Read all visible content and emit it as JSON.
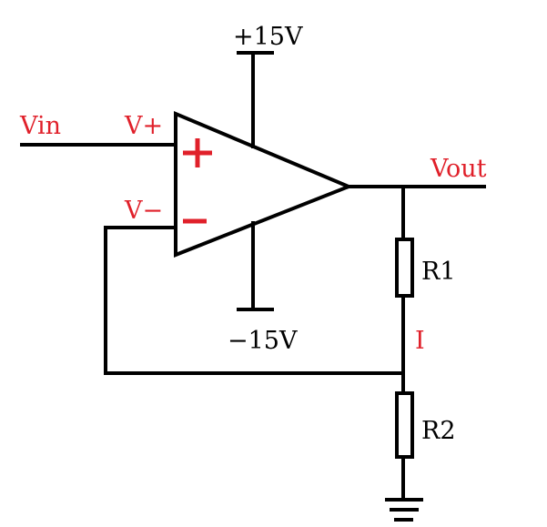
{
  "labels": {
    "vin": "Vin",
    "v_plus": "V+",
    "v_minus": "V−",
    "vout": "Vout",
    "pos_supply": "+15V",
    "neg_supply": "−15V",
    "r1": "R1",
    "r2": "R2",
    "current": "I"
  },
  "colors": {
    "wire": "#000000",
    "accent": "#e0202a",
    "background": "#ffffff"
  },
  "icons": {
    "plus_sign": "plus-icon",
    "minus_sign": "minus-icon",
    "ground": "ground-icon"
  }
}
